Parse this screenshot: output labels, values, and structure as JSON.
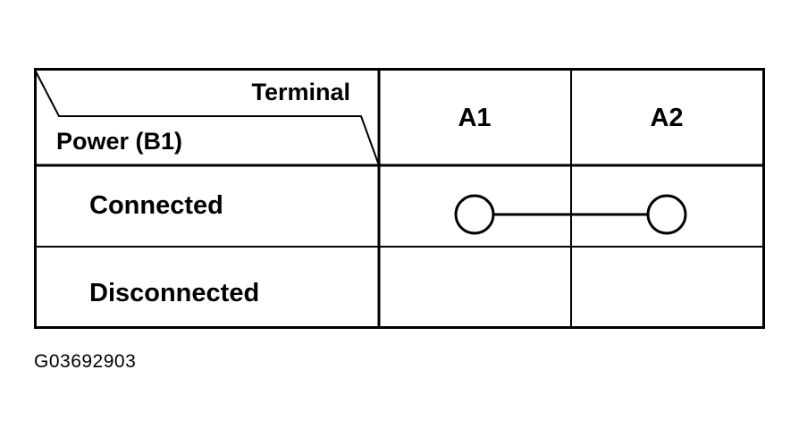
{
  "table": {
    "header": {
      "terminal_label": "Terminal",
      "power_label": "Power (B1)",
      "columns": [
        "A1",
        "A2"
      ]
    },
    "rows": [
      {
        "label": "Connected",
        "continuity": [
          "A1",
          "A2"
        ]
      },
      {
        "label": "Disconnected",
        "continuity": []
      }
    ]
  },
  "figure_id": "G03692903"
}
